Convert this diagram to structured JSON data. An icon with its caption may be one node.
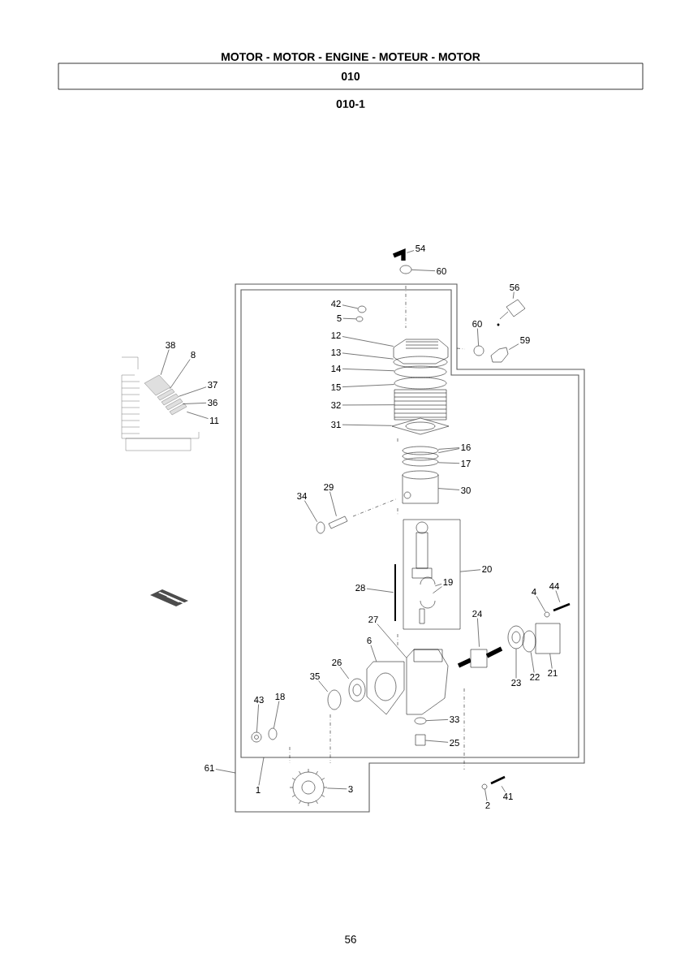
{
  "diagram": {
    "title": "MOTOR - MOTOR - ENGINE - MOTEUR - MOTOR",
    "nodes": [
      {
        "text": [
          "010"
        ]
      },
      {
        "text": [],
        "shape": "picture"
      },
      {
        "text": [],
        "shape": "picture"
      },
      {
        "text": [],
        "shape": "picture"
      },
      {
        "text": [],
        "shape": "picture"
      },
      {
        "text": [],
        "shape": "picture"
      },
      {
        "text": [],
        "shape": "picture"
      },
      {
        "text": [],
        "shape": "picture"
      },
      {
        "text": [],
        "shape": "picture"
      },
      {
        "text": [],
        "shape": "picture"
      },
      {
        "text": [],
        "shape": "circle"
      },
      {
        "text": [],
        "shape": "picture"
      },
      {
        "text": [],
        "shape": "circle"
      },
      {
        "text": [],
        "shape": "picture"
      },
      {
        "text": [],
        "shape": "circle"
      },
      {
        "text": [],
        "shape": "picture"
      },
      {
        "text": [],
        "shape": "picture"
      },
      {
        "text": [],
        "shape": "picture"
      },
      {
        "text": [],
        "shape": "picture"
      },
      {
        "text": [],
        "shape": "circle"
      },
      {
        "text": [],
        "shape": "circle"
      },
      {
        "text": [],
        "shape": "circle"
      },
      {
        "text": [],
        "shape": "picture"
      },
      {
        "text": [],
        "shape": "picture"
      },
      {
        "text": [],
        "shape": "picture"
      },
      {
        "text": [],
        "shape": "box"
      },
      {
        "text": [],
        "shape": "picture",
        "in": 25
      },
      {
        "text": [],
        "shape": "picture",
        "in": 25
      },
      {
        "text": [],
        "shape": "picture"
      },
      {
        "text": [],
        "shape": "picture"
      },
      {
        "text": [],
        "shape": "picture"
      },
      {
        "text": [],
        "shape": "picture"
      },
      {
        "text": [],
        "shape": "picture"
      },
      {
        "text": [],
        "shape": "picture"
      },
      {
        "text": [],
        "shape": "picture"
      },
      {
        "text": [],
        "shape": "box"
      },
      {
        "text": [],
        "shape": "circle"
      },
      {
        "text": [],
        "shape": "circle"
      },
      {
        "text": [],
        "shape": "picture"
      },
      {
        "text": [],
        "shape": "picture"
      },
      {
        "text": [],
        "shape": "picture"
      },
      {
        "text": [],
        "shape": "picture"
      },
      {
        "text": [],
        "shape": "box"
      },
      {
        "text": [],
        "shape": "picture"
      },
      {
        "text": [],
        "shape": "picture"
      },
      {
        "text": [],
        "shape": "picture"
      },
      {
        "text": [
          "54"
        ]
      },
      {
        "text": [
          "60"
        ]
      },
      {
        "text": [
          "56"
        ]
      },
      {
        "text": [
          "42"
        ]
      },
      {
        "text": [
          "5"
        ]
      },
      {
        "text": [
          "60"
        ]
      },
      {
        "text": [
          "12"
        ]
      },
      {
        "text": [
          "59"
        ]
      },
      {
        "text": [
          "38"
        ]
      },
      {
        "text": [
          "13"
        ]
      },
      {
        "text": [
          "8"
        ]
      },
      {
        "text": [
          "14"
        ]
      },
      {
        "text": [
          "37"
        ]
      },
      {
        "text": [
          "15"
        ]
      },
      {
        "text": [
          "36"
        ]
      },
      {
        "text": [
          "32"
        ]
      },
      {
        "text": [
          "11"
        ]
      },
      {
        "text": [
          "31"
        ]
      },
      {
        "text": [
          "16"
        ]
      },
      {
        "text": [
          "17"
        ]
      },
      {
        "text": [
          "29"
        ]
      },
      {
        "text": [
          "30"
        ]
      },
      {
        "text": [
          "34"
        ]
      },
      {
        "text": [
          "20"
        ]
      },
      {
        "text": [
          "19"
        ],
        "in": 25
      },
      {
        "text": [
          "44"
        ]
      },
      {
        "text": [
          "28"
        ]
      },
      {
        "text": [
          "4"
        ]
      },
      {
        "text": [
          "24"
        ]
      },
      {
        "text": [
          "27"
        ]
      },
      {
        "text": [
          "6"
        ]
      },
      {
        "text": [
          "26"
        ]
      },
      {
        "text": [
          "21"
        ]
      },
      {
        "text": [
          "35"
        ]
      },
      {
        "text": [
          "22"
        ]
      },
      {
        "text": [
          "23"
        ]
      },
      {
        "text": [
          "18"
        ]
      },
      {
        "text": [
          "43"
        ]
      },
      {
        "text": [
          "33"
        ]
      },
      {
        "text": [
          "25"
        ]
      },
      {
        "text": [
          "61"
        ]
      },
      {
        "text": [
          "1"
        ]
      },
      {
        "text": [
          "3"
        ]
      },
      {
        "text": [
          "41"
        ]
      },
      {
        "text": [
          "2"
        ]
      }
    ],
    "edges": [
      {
        "from": 46,
        "to": 1,
        "arrow": "none"
      },
      {
        "from": 47,
        "to": 2,
        "arrow": "none"
      },
      {
        "from": 48,
        "to": 3,
        "arrow": "none"
      },
      {
        "from": 49,
        "to": 4,
        "arrow": "none"
      },
      {
        "from": 50,
        "to": 5,
        "arrow": "none"
      },
      {
        "from": 51,
        "to": 6,
        "arrow": "none"
      },
      {
        "from": 52,
        "to": 7,
        "arrow": "none"
      },
      {
        "from": 53,
        "to": 8,
        "arrow": "none"
      },
      {
        "from": 54,
        "to": 9,
        "arrow": "none"
      },
      {
        "from": 55,
        "to": 10,
        "arrow": "none"
      },
      {
        "from": 56,
        "to": 11,
        "arrow": "none"
      },
      {
        "from": 57,
        "to": 12,
        "arrow": "none"
      },
      {
        "from": 58,
        "to": 13,
        "arrow": "none"
      },
      {
        "from": 59,
        "to": 14,
        "arrow": "none"
      },
      {
        "from": 60,
        "to": 15,
        "arrow": "none"
      },
      {
        "from": 61,
        "to": 16,
        "arrow": "none"
      },
      {
        "from": 62,
        "to": 17,
        "arrow": "none"
      },
      {
        "from": 63,
        "to": 18,
        "arrow": "none"
      },
      {
        "from": 64,
        "to": 19,
        "arrow": "none"
      },
      {
        "from": 64,
        "to": 20,
        "arrow": "none"
      },
      {
        "from": 65,
        "to": 21,
        "arrow": "none"
      },
      {
        "from": 66,
        "to": 22,
        "arrow": "none"
      },
      {
        "from": 67,
        "to": 23,
        "arrow": "none"
      },
      {
        "from": 68,
        "to": 24,
        "arrow": "none"
      },
      {
        "from": 69,
        "to": 25,
        "arrow": "none"
      },
      {
        "from": 70,
        "to": 26,
        "arrow": "none"
      },
      {
        "from": 70,
        "to": 27,
        "arrow": "none"
      },
      {
        "from": 71,
        "to": 28,
        "arrow": "none"
      },
      {
        "from": 72,
        "to": 29,
        "arrow": "none"
      },
      {
        "from": 73,
        "to": 30,
        "arrow": "none"
      },
      {
        "from": 74,
        "to": 31,
        "arrow": "none"
      },
      {
        "from": 75,
        "to": 32,
        "arrow": "none"
      },
      {
        "from": 76,
        "to": 33,
        "arrow": "none"
      },
      {
        "from": 77,
        "to": 34,
        "arrow": "none"
      },
      {
        "from": 78,
        "to": 35,
        "arrow": "none"
      },
      {
        "from": 79,
        "to": 36,
        "arrow": "none"
      },
      {
        "from": 80,
        "to": 37,
        "arrow": "none"
      },
      {
        "from": 81,
        "to": 38,
        "arrow": "none"
      },
      {
        "from": 82,
        "to": 39,
        "arrow": "none"
      },
      {
        "from": 83,
        "to": 40,
        "arrow": "none"
      },
      {
        "from": 84,
        "to": 41,
        "arrow": "none"
      },
      {
        "from": 85,
        "to": 42,
        "arrow": "none"
      },
      {
        "from": 86,
        "to": null,
        "arrow": "none"
      },
      {
        "from": 87,
        "to": null,
        "arrow": "none"
      },
      {
        "from": 88,
        "to": 43,
        "arrow": "none"
      },
      {
        "from": 89,
        "to": 44,
        "arrow": "none"
      },
      {
        "from": 90,
        "to": 45,
        "arrow": "none"
      }
    ],
    "labels": [
      "010-1",
      "56"
    ]
  }
}
